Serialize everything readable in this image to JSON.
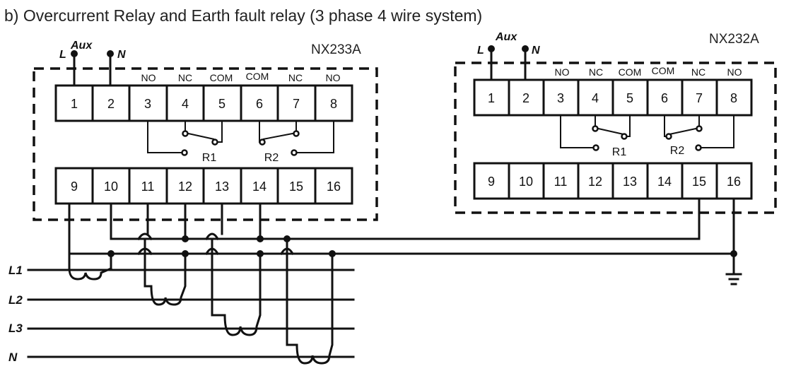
{
  "title": "b) Overcurrent Relay and Earth fault relay (3 phase 4 wire system)",
  "relays": [
    {
      "model": "NX233A",
      "aux_label": "Aux",
      "aux_l": "L",
      "aux_n": "N",
      "top_terminals": [
        "1",
        "2",
        "3",
        "4",
        "5",
        "6",
        "7",
        "8"
      ],
      "bottom_terminals": [
        "9",
        "10",
        "11",
        "12",
        "13",
        "14",
        "15",
        "16"
      ],
      "contact_labels": [
        "NO",
        "NC",
        "COM",
        "COM",
        "NC",
        "NO"
      ],
      "relay_labels": [
        "R1",
        "R2"
      ]
    },
    {
      "model": "NX232A",
      "aux_label": "Aux",
      "aux_l": "L",
      "aux_n": "N",
      "top_terminals": [
        "1",
        "2",
        "3",
        "4",
        "5",
        "6",
        "7",
        "8"
      ],
      "bottom_terminals": [
        "9",
        "10",
        "11",
        "12",
        "13",
        "14",
        "15",
        "16"
      ],
      "contact_labels": [
        "NO",
        "NC",
        "COM",
        "COM",
        "NC",
        "NO"
      ],
      "relay_labels": [
        "R1",
        "R2"
      ]
    }
  ],
  "lines": [
    "L1",
    "L2",
    "L3",
    "N"
  ]
}
